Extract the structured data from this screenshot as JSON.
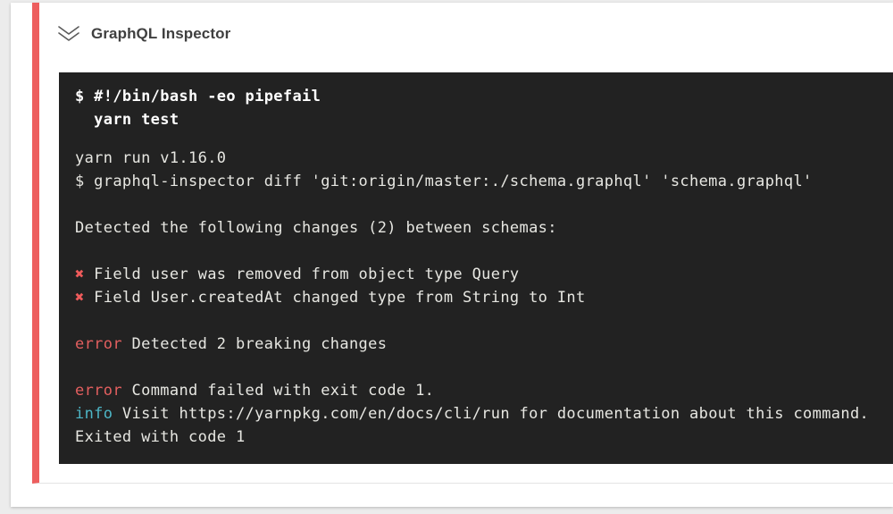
{
  "colors": {
    "page_bg": "#ececec",
    "card_bg": "#ffffff",
    "status_red": "#ed5e5e",
    "cross_red": "#ef5b5b",
    "error_red": "#e35f5f",
    "info_cyan": "#4db6c6",
    "terminal_bg": "#222222",
    "terminal_text": "#e7e7e2",
    "command_text": "#ffffff",
    "title_text": "#3f3f3f",
    "chevron_gray": "#5a5a5a"
  },
  "step": {
    "title": "GraphQL Inspector",
    "collapse_icon": "chevron-double-down-icon",
    "status": "failed"
  },
  "terminal": {
    "command_lines": [
      "$ #!/bin/bash -eo pipefail",
      "  yarn test"
    ],
    "output_lines": [
      [
        {
          "t": "yarn run v1.16.0"
        }
      ],
      [
        {
          "t": "$ graphql-inspector diff 'git:origin/master:./schema.graphql' 'schema.graphql'"
        }
      ],
      [],
      [
        {
          "t": "Detected the following changes (2) between schemas:"
        }
      ],
      [],
      [
        {
          "t": "✖",
          "c": "xred"
        },
        {
          "t": " Field user was removed from object type Query"
        }
      ],
      [
        {
          "t": "✖",
          "c": "xred"
        },
        {
          "t": " Field User.createdAt changed type from String to Int"
        }
      ],
      [],
      [
        {
          "t": "error",
          "c": "red"
        },
        {
          "t": " Detected 2 breaking changes"
        }
      ],
      [],
      [
        {
          "t": "error",
          "c": "red"
        },
        {
          "t": " Command failed with exit code 1."
        }
      ],
      [
        {
          "t": "info",
          "c": "cyan"
        },
        {
          "t": " Visit https://yarnpkg.com/en/docs/cli/run for documentation about this command."
        }
      ],
      [
        {
          "t": "Exited with code 1"
        }
      ]
    ]
  }
}
